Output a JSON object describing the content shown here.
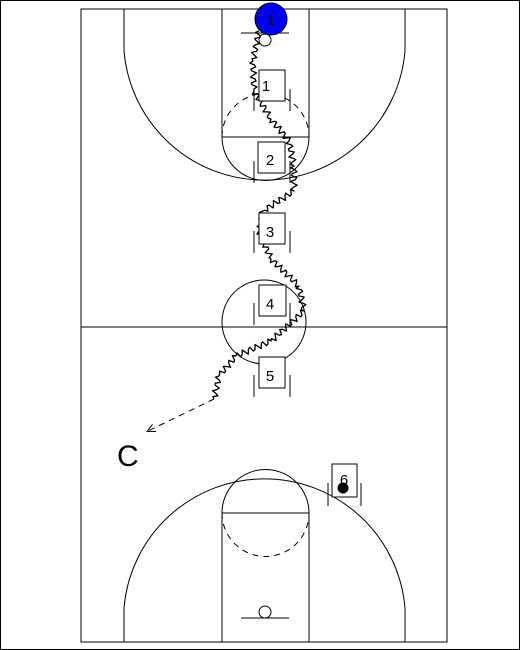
{
  "diagram": {
    "player_label": "1",
    "player_color": "#0000ee",
    "line_color": "#000000",
    "background_color": "#ffffff",
    "cones": [
      {
        "label": "1"
      },
      {
        "label": "2"
      },
      {
        "label": "3"
      },
      {
        "label": "4"
      },
      {
        "label": "5"
      }
    ],
    "coach_label": "C",
    "ball_holder_label": "6"
  }
}
